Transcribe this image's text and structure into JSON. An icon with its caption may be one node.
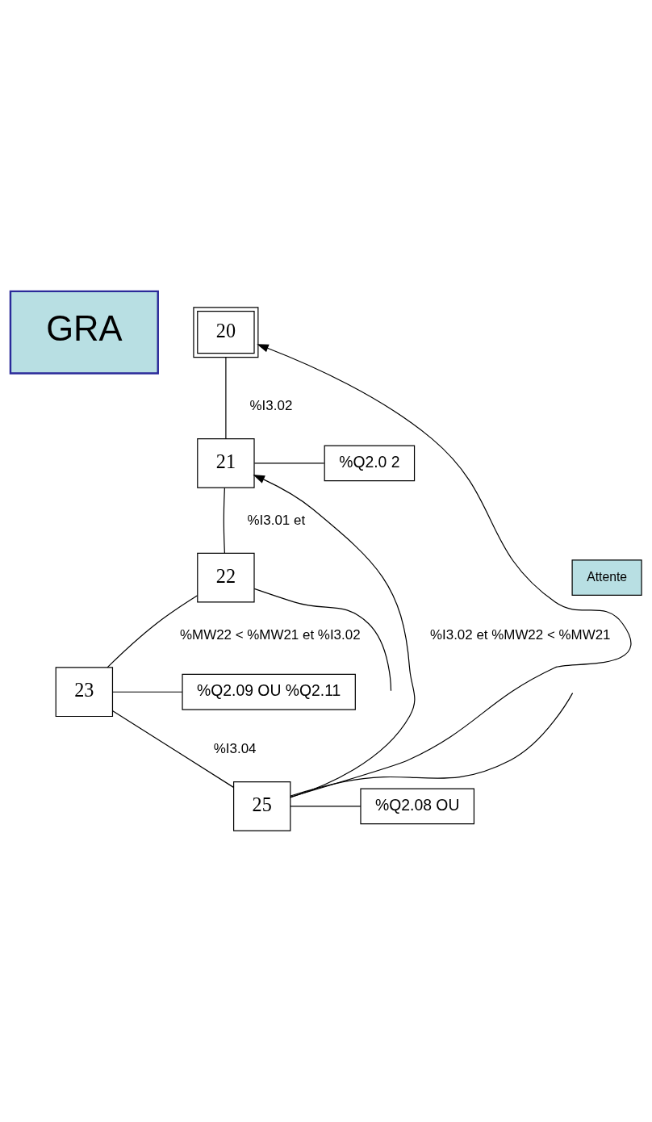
{
  "diagram": {
    "nodes": [
      {
        "text": [
          "GRA"
        ]
      },
      {
        "text": [
          "20"
        ]
      },
      {
        "text": [
          "21"
        ]
      },
      {
        "text": [
          "%Q2.0 2"
        ]
      },
      {
        "text": [
          "22"
        ]
      },
      {
        "text": [
          "Attente"
        ]
      },
      {
        "text": [
          "23"
        ]
      },
      {
        "text": [
          "%Q2.09 OU %Q2.11"
        ]
      },
      {
        "text": [
          "25"
        ]
      },
      {
        "text": [
          "%Q2.08 OU"
        ]
      }
    ],
    "edges": [
      {
        "from": 1,
        "to": 2,
        "arrow": "none",
        "label": "%I3.02"
      },
      {
        "from": 2,
        "to": 3,
        "arrow": "none"
      },
      {
        "from": 2,
        "to": 4,
        "arrow": "none",
        "label": "%I3.01 et"
      },
      {
        "from": 4,
        "to": 6,
        "arrow": "none",
        "label": "%MW22 < %MW21 et %I3.02"
      },
      {
        "from": 4,
        "to": null,
        "arrow": "none"
      },
      {
        "from": 6,
        "to": 7,
        "arrow": "none"
      },
      {
        "from": 6,
        "to": 8,
        "arrow": "none",
        "label": "%I3.04"
      },
      {
        "from": null,
        "to": 8,
        "arrow": "none"
      },
      {
        "from": 8,
        "to": 9,
        "arrow": "none"
      },
      {
        "from": 8,
        "to": 2,
        "arrow": "to",
        "label": "%I3.02 et %MW22 < %MW21"
      },
      {
        "from": 8,
        "to": 1,
        "arrow": "to"
      }
    ]
  }
}
